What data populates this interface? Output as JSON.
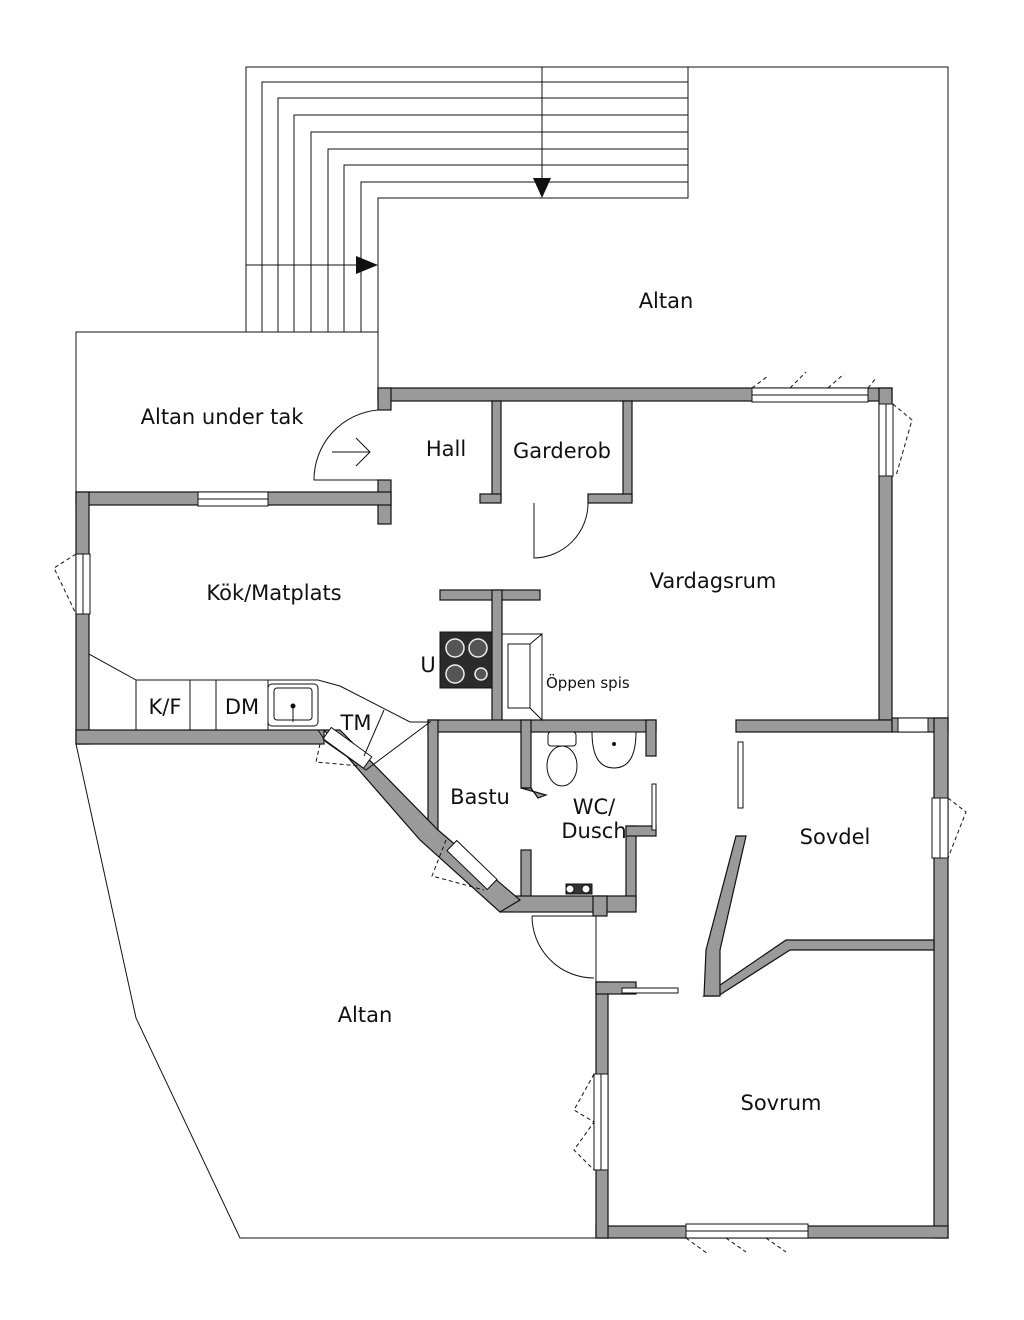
{
  "rooms": {
    "altan_top": "Altan",
    "altan_under_tak": "Altan under tak",
    "hall": "Hall",
    "garderob": "Garderob",
    "vardagsrum": "Vardagsrum",
    "kok_matplats": "Kök/Matplats",
    "oppen_spis": "Öppen spis",
    "u": "U",
    "kf": "K/F",
    "dm": "DM",
    "tm": "TM",
    "bastu": "Bastu",
    "wc_dusch_1": "WC/",
    "wc_dusch_2": "Dusch",
    "sovdel": "Sovdel",
    "altan_bottom": "Altan",
    "sovrum": "Sovrum"
  },
  "colors": {
    "wall": "#9a9a9a",
    "line": "#111111",
    "stove": "#2b2b2b"
  },
  "icons": {
    "entry": "arrow-right-icon",
    "stairs": "arrow-down-icon"
  }
}
